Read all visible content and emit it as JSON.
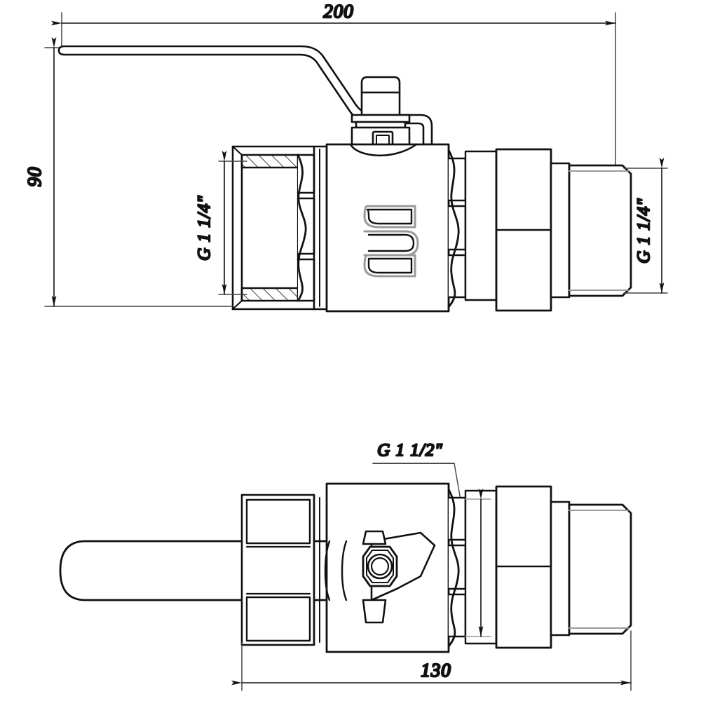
{
  "drawing": {
    "type": "engineering-dimensioned-drawing",
    "subject": "ball valve with lever handle and union nut",
    "line_color": "#111111",
    "thin_line_color": "#444444",
    "background": "#ffffff",
    "views": [
      {
        "id": "top-view",
        "name": "side elevation (sectioned inlet)"
      },
      {
        "id": "bottom-view",
        "name": "plan view"
      }
    ]
  },
  "dimensions": {
    "overall_length": {
      "value": "200",
      "view": "top-view",
      "orientation": "horizontal",
      "position": "top"
    },
    "overall_height": {
      "value": "90",
      "view": "top-view",
      "orientation": "vertical",
      "position": "left"
    },
    "body_length": {
      "value": "130",
      "view": "bottom-view",
      "orientation": "horizontal",
      "position": "bottom"
    }
  },
  "labels": {
    "thread_left": {
      "value": "G 1 1/4\"",
      "view": "top-view",
      "orientation": "vertical",
      "position": "left-inlet"
    },
    "thread_right": {
      "value": "G 1 1/4\"",
      "view": "top-view",
      "orientation": "vertical",
      "position": "right-outlet"
    },
    "thread_union": {
      "value": "G 1 1/2\"",
      "view": "bottom-view",
      "orientation": "horizontal",
      "position": "top-leader"
    }
  },
  "marking": {
    "body_logo": {
      "glyph": "S",
      "style": "outlined-stylized",
      "view": "top-view",
      "location": "valve-body-face"
    }
  }
}
